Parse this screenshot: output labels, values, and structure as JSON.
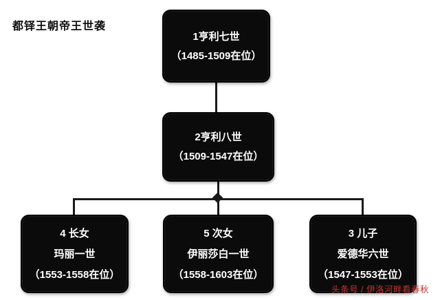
{
  "title": "都铎王朝帝王世袭",
  "nodes": {
    "henry_vii": {
      "line1": "1亨利七世",
      "line2": "（1485-1509在位）"
    },
    "henry_viii": {
      "line1": "2亨利八世",
      "line2": "（1509-1547在位）"
    },
    "mary_i": {
      "line1": "4 长女",
      "line2": "玛丽一世",
      "line3": "（1553-1558在位）"
    },
    "elizabeth_i": {
      "line1": "5 次女",
      "line2": "伊丽莎白一世",
      "line3": "（1558-1603在位）"
    },
    "edward_vi": {
      "line1": "3 儿子",
      "line2": "爱德华六世",
      "line3": "（1547-1553在位）"
    }
  },
  "watermark": "头条号 / 伊洛河畔看春秋"
}
